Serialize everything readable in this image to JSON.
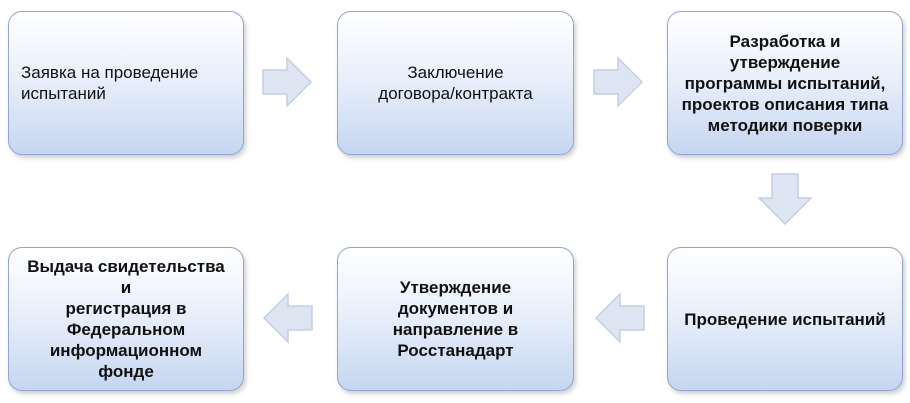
{
  "steps": [
    {
      "id": "b1",
      "text": "Заявка на проведение\nиспытаний"
    },
    {
      "id": "b2",
      "text": "Заключение\nдоговора/контракта"
    },
    {
      "id": "b3",
      "text": "Разработка и\nутверждение\nпрограммы испытаний,\nпроектов описания типа\nметодики  поверки"
    },
    {
      "id": "b4",
      "text": "Проведение испытаний"
    },
    {
      "id": "b5",
      "text": "Утверждение\nдокументов и\nнаправление в\nРосстанадарт"
    },
    {
      "id": "b6",
      "text": "Выдача свидетельства и\nрегистрация в\nФедеральном\nинформационном\nфонде"
    }
  ],
  "colors": {
    "box_border": "#8fa6cf",
    "box_top": "#ffffff",
    "box_bottom": "#c6d6f0",
    "arrow_fill": "#dde5f2",
    "arrow_stroke": "#c3cfe3"
  }
}
